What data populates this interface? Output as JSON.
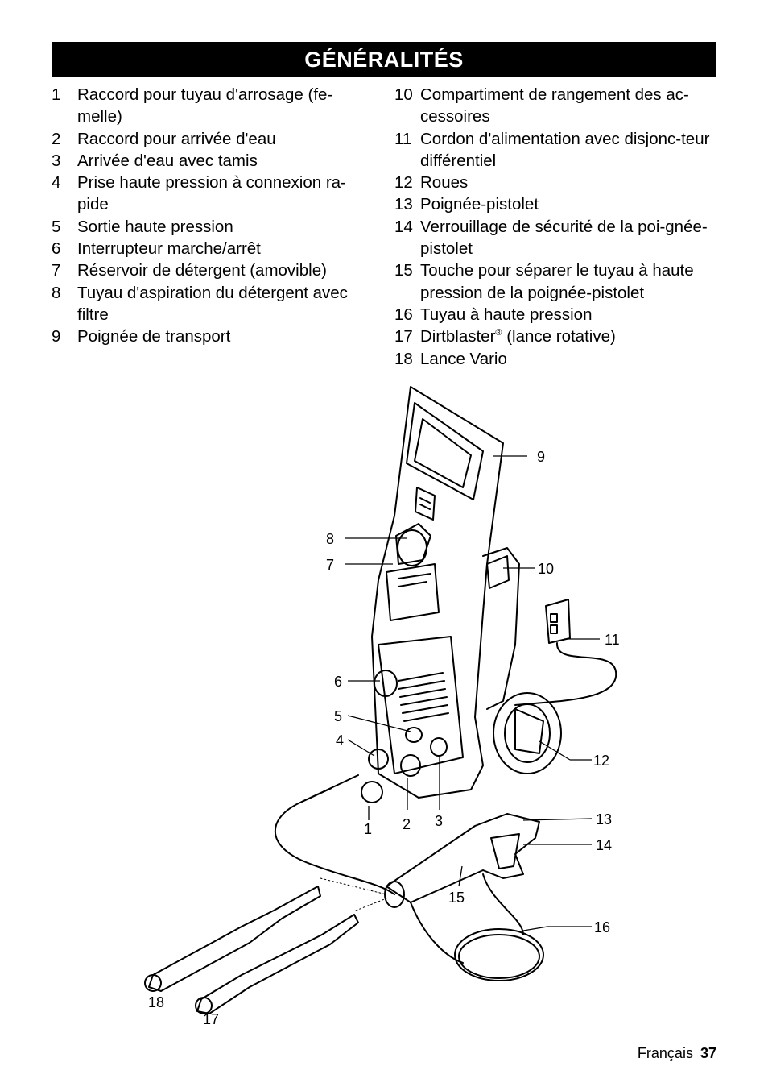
{
  "header": {
    "title": "GÉNÉRALITÉS"
  },
  "left_items": [
    {
      "num": "1",
      "text": "Raccord pour tuyau d'arrosage (fe-melle)"
    },
    {
      "num": "2",
      "text": "Raccord pour arrivée d'eau"
    },
    {
      "num": "3",
      "text": "Arrivée d'eau avec tamis"
    },
    {
      "num": "4",
      "text": "Prise haute pression à connexion ra-pide"
    },
    {
      "num": "5",
      "text": "Sortie haute pression"
    },
    {
      "num": "6",
      "text": "Interrupteur marche/arrêt"
    },
    {
      "num": "7",
      "text": "Réservoir de détergent (amovible)"
    },
    {
      "num": "8",
      "text": "Tuyau d'aspiration du détergent avec filtre"
    },
    {
      "num": "9",
      "text": "Poignée de transport"
    }
  ],
  "right_items": [
    {
      "num": "10",
      "text": "Compartiment de rangement des ac-cessoires"
    },
    {
      "num": "11",
      "text": "Cordon d'alimentation avec disjonc-teur différentiel"
    },
    {
      "num": "12",
      "text": "Roues"
    },
    {
      "num": "13",
      "text": "Poignée-pistolet"
    },
    {
      "num": "14",
      "text": "Verrouillage de sécurité de la poi-gnée-pistolet"
    },
    {
      "num": "15",
      "text": "Touche pour séparer le tuyau à haute pression de la poignée-pistolet"
    },
    {
      "num": "16",
      "text": "Tuyau à haute pression"
    },
    {
      "num": "17",
      "text_before": "Dirtblaster",
      "sup": "®",
      "text_after": " (lance rotative)"
    },
    {
      "num": "18",
      "text": "Lance Vario"
    }
  ],
  "diagram_labels": [
    "1",
    "2",
    "3",
    "4",
    "5",
    "6",
    "7",
    "8",
    "9",
    "10",
    "11",
    "12",
    "13",
    "14",
    "15",
    "16",
    "17",
    "18"
  ],
  "footer": {
    "language": "Français",
    "page": "37"
  }
}
